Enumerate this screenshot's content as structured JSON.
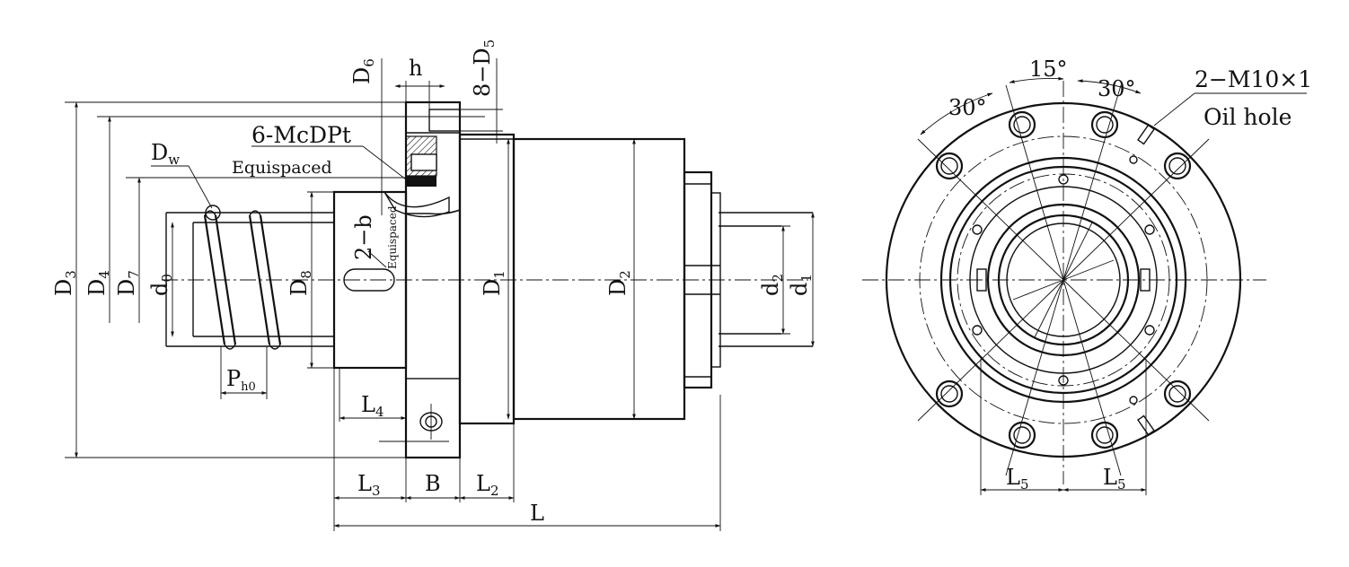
{
  "side_view": {
    "labels": {
      "d6": "D",
      "d6_sub": "6",
      "h": "h",
      "d5": "8−D",
      "d5_sub": "5",
      "mcdpt": "6-McDPt",
      "dw": "D",
      "dw_sub": "w",
      "equispaced1": "Equispaced",
      "two_b": "2−b",
      "equispaced2": "Equispaced",
      "d3": "D",
      "d3_sub": "3",
      "d4": "D",
      "d4_sub": "4",
      "d7": "D",
      "d7_sub": "7",
      "d0": "d",
      "d0_sub": "0",
      "d8": "D",
      "d8_sub": "8",
      "d1u": "D",
      "d1u_sub": "1",
      "d2u": "D",
      "d2u_sub": "2",
      "d2l": "d",
      "d2l_sub": "2",
      "d1l": "d",
      "d1l_sub": "1",
      "ph0": "P",
      "ph0_sub": "h0",
      "l4": "L",
      "l4_sub": "4",
      "l3": "L",
      "l3_sub": "3",
      "b": "B",
      "l2": "L",
      "l2_sub": "2",
      "l": "L"
    }
  },
  "front_view": {
    "labels": {
      "a15": "15°",
      "a30l": "30°",
      "a30r": "30°",
      "m10": "2−M10×1",
      "oil": "Oil hole",
      "l5a": "L",
      "l5a_sub": "5",
      "l5b": "L",
      "l5b_sub": "5"
    }
  }
}
